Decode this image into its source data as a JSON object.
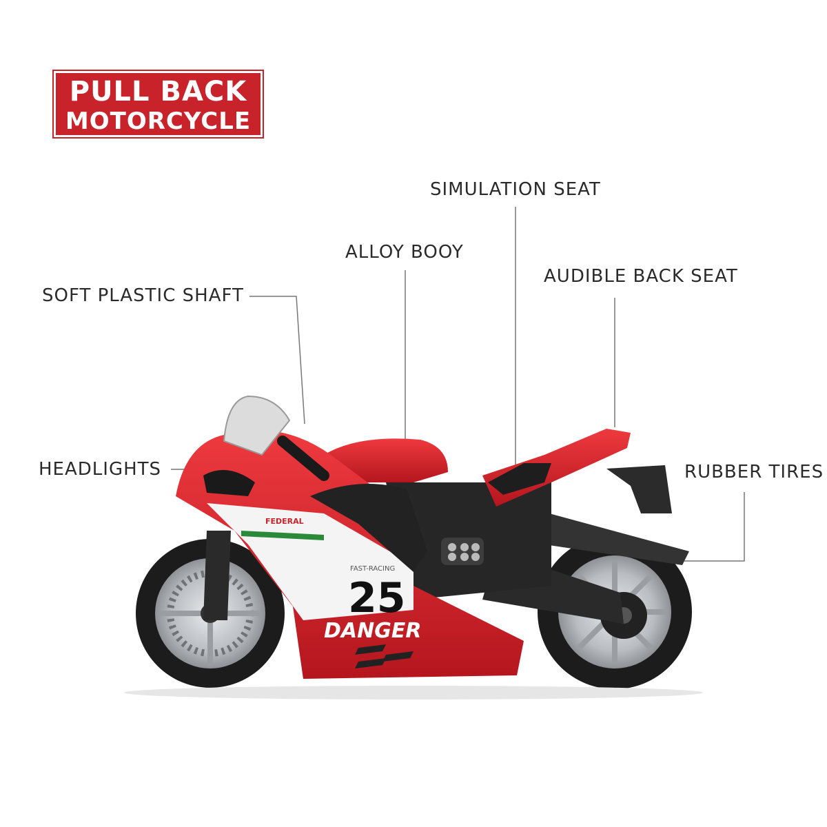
{
  "badge": {
    "line1": "PULL BACK",
    "line2": "MOTORCYCLE"
  },
  "callouts": {
    "simulation_seat": "SIMULATION SEAT",
    "alloy_body": "ALLOY BOOY",
    "audible_back_seat": "AUDIBLE BACK SEAT",
    "soft_plastic_shaft": "SOFT PLASTIC SHAFT",
    "headlights": "HEADLIGHTS",
    "rubber_tires": "RUBBER TIRES"
  },
  "bike_decals": {
    "number": "25",
    "brand": "DANGER",
    "small_text": "FAST-RACING",
    "sponsor": "FEDERAL"
  },
  "colors": {
    "badge_red": "#c8232b",
    "body_red": "#d3222a",
    "tire": "#1c1c1c",
    "rim": "#b9bcc0"
  }
}
